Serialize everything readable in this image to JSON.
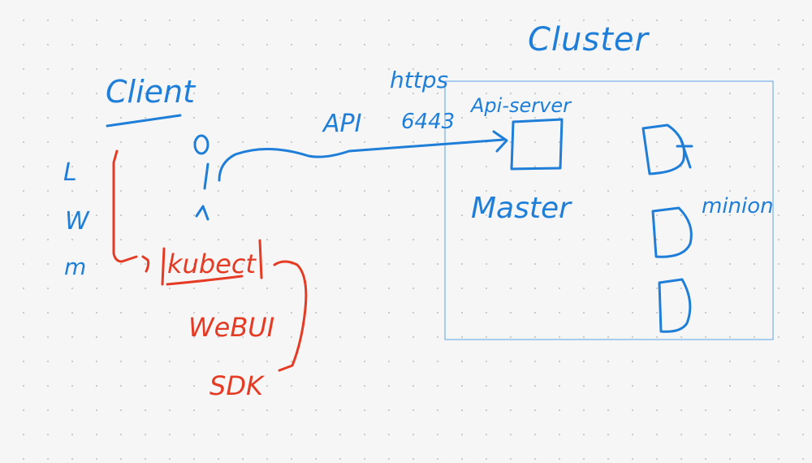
{
  "client": {
    "title": "Client",
    "os_letters": [
      "L",
      "W",
      "m"
    ]
  },
  "tools": {
    "kubectl": "kubect",
    "webui": "WeBUI",
    "sdk": "SDK"
  },
  "connection": {
    "protocol": "https",
    "api": "API",
    "port": "6443"
  },
  "cluster": {
    "title": "Cluster",
    "api_server": "Api-server",
    "master": "Master",
    "minion": "minion"
  },
  "colors": {
    "blue": "#1f7ed8",
    "red": "#e53b24",
    "cluster_border": "#7fb6ea",
    "background": "#f6f6f6"
  }
}
